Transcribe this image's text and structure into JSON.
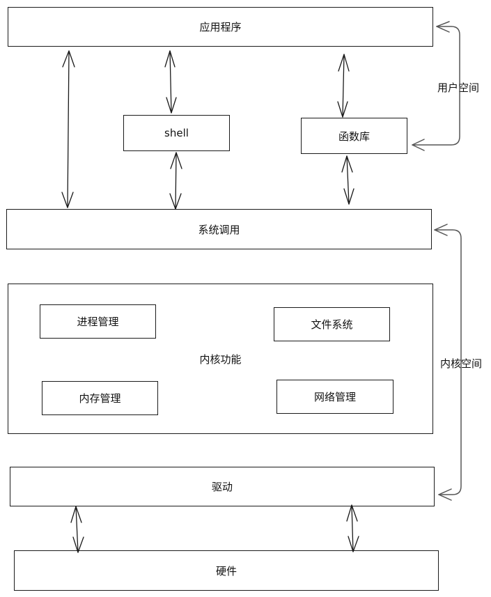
{
  "diagram": {
    "app": "应用程序",
    "shell": "shell",
    "lib": "函数库",
    "syscall": "系统调用",
    "kernel": {
      "title": "内核功能",
      "process": "进程管理",
      "filesystem": "文件系统",
      "memory": "内存管理",
      "network": "网络管理"
    },
    "driver": "驱动",
    "hardware": "硬件",
    "user_space": "用户空间",
    "kernel_space": "内核空间"
  }
}
